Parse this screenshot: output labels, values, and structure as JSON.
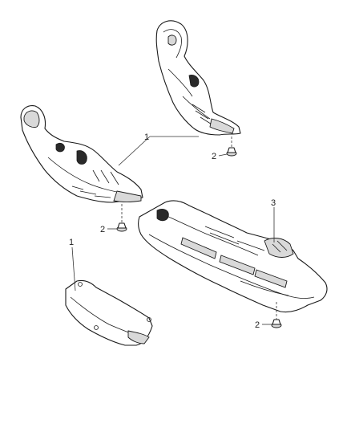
{
  "callouts": {
    "heat_shield_upper": "1",
    "heat_shield_left": "1",
    "heat_shield_small": "1",
    "nut_upper": "2",
    "nut_left": "2",
    "nut_lower": "2",
    "skid_plate": "3"
  }
}
